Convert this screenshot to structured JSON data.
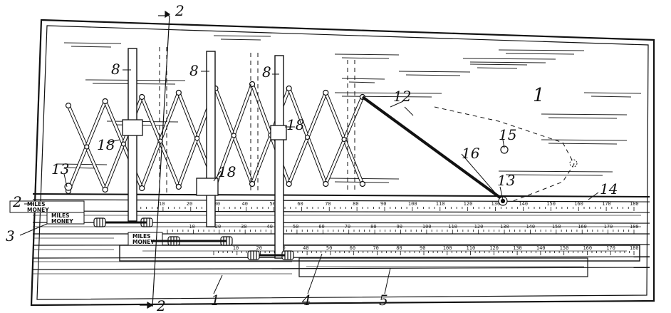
{
  "figure": {
    "board_label": "1",
    "base_label": "1",
    "linkage_label": "12",
    "joint_label": "13",
    "track_label": "14",
    "pivot_label": "15",
    "arm_label": "16",
    "slider_label": "18",
    "post_label": "8",
    "section_line_label": "2",
    "scale_row_labels": [
      "2",
      "3"
    ],
    "strip_labels": [
      "4",
      "5"
    ],
    "scale_captions": {
      "miles": "MILES",
      "money": "MONEY"
    },
    "scale_ticks": {
      "top": [
        "10",
        "20",
        "30",
        "40",
        "50",
        "60",
        "70",
        "80",
        "90",
        "100",
        "110",
        "120",
        "130",
        "140",
        "150",
        "160",
        "170",
        "180"
      ],
      "middle": [
        "10",
        "20",
        "30",
        "40",
        "50",
        "60",
        "70",
        "80",
        "90",
        "100",
        "110",
        "120",
        "130",
        "140",
        "150",
        "160",
        "170",
        "180"
      ],
      "bottom": [
        "10",
        "20",
        "30",
        "40",
        "50",
        "60",
        "70",
        "80",
        "90",
        "100",
        "110",
        "120",
        "130",
        "140",
        "150",
        "160",
        "170",
        "180"
      ]
    }
  },
  "colors": {
    "ink": "#111111",
    "paper": "#ffffff"
  }
}
